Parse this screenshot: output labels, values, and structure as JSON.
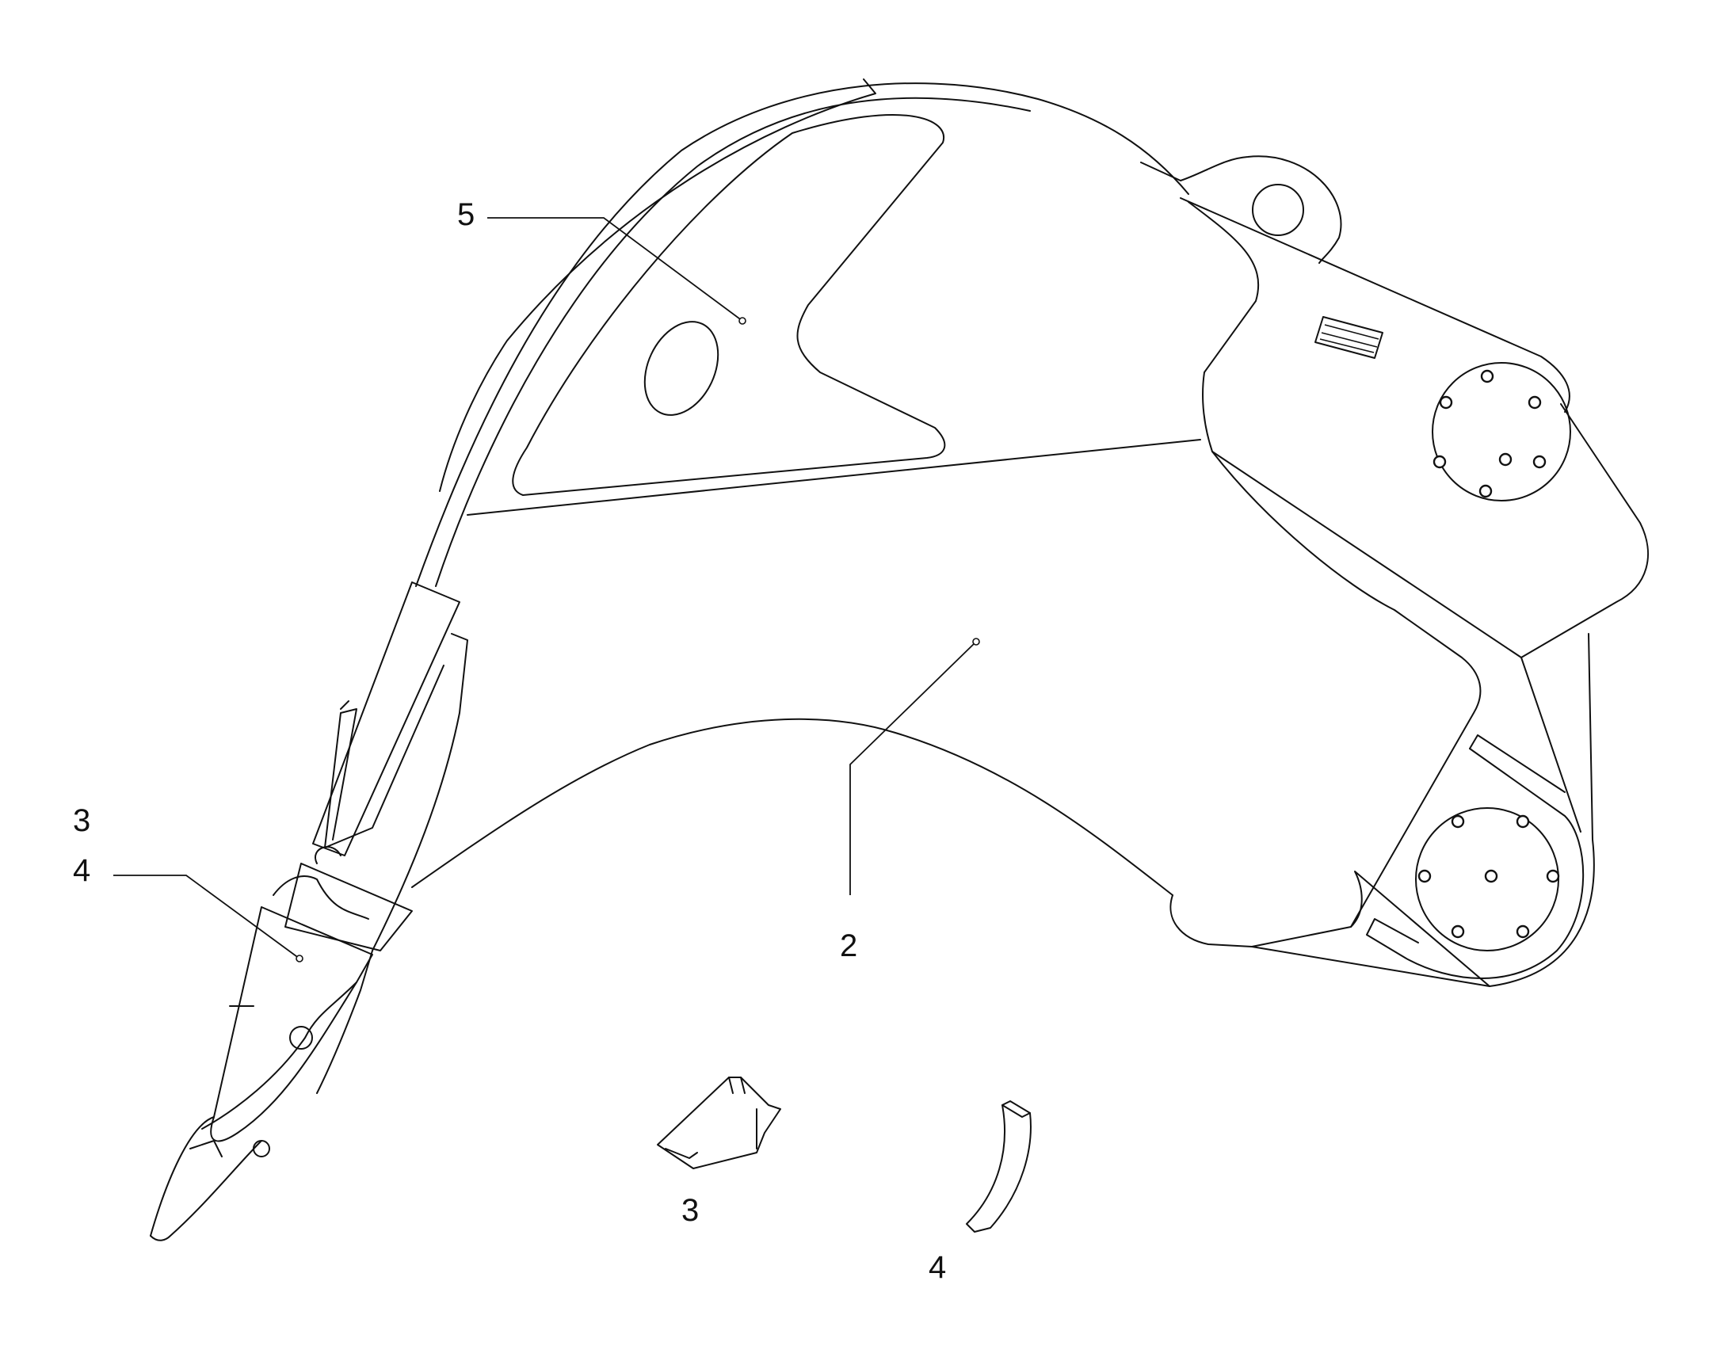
{
  "callouts": {
    "ripper_tip": "3",
    "protector": "4",
    "shank": "2",
    "decal": "5",
    "tip_detail": "3",
    "protector_detail": "4"
  },
  "colors": {
    "line": "#111111",
    "background": "#ffffff"
  }
}
